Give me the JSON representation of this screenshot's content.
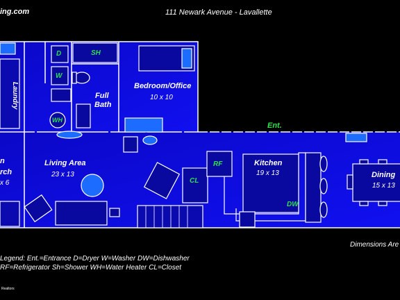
{
  "header": {
    "site_text": "ing.com",
    "address": "111 Newark Avenue - Lavallette",
    "dimensions_note": "Dimensions Are"
  },
  "rooms": {
    "bedroom": {
      "name": "Bedroom/Office",
      "size": "10 x 10"
    },
    "living": {
      "name": "Living Area",
      "size": "23 x 13"
    },
    "kitchen": {
      "name": "Kitchen",
      "size": "19 x 13"
    },
    "dining": {
      "name": "Dining",
      "size": "15 x 13"
    },
    "porch": {
      "name_fragment_1": "n",
      "name_fragment_2": "rch",
      "size_fragment": "x 6"
    },
    "laundry": {
      "name": "Laundry"
    },
    "bath": {
      "line1": "Full",
      "line2": "Bath"
    }
  },
  "fixtures": {
    "dryer": "D",
    "washer": "W",
    "shower": "SH",
    "water_heater": "WH",
    "refrigerator": "RF",
    "closet": "CL",
    "dishwasher": "DW",
    "entrance": "Ent."
  },
  "legend": {
    "line1": "Legend: Ent.=Entrance  D=Dryer  W=Washer  DW=Dishwasher",
    "line2": "RF=Refrigerator  Sh=Shower  WH=Water Heater  CL=Closet"
  },
  "footer": {
    "credit": "Realtors"
  },
  "colors": {
    "background": "#000000",
    "floor": "#0a0adf",
    "walls": "#ffffff",
    "fixture_label": "#2ee04a"
  }
}
